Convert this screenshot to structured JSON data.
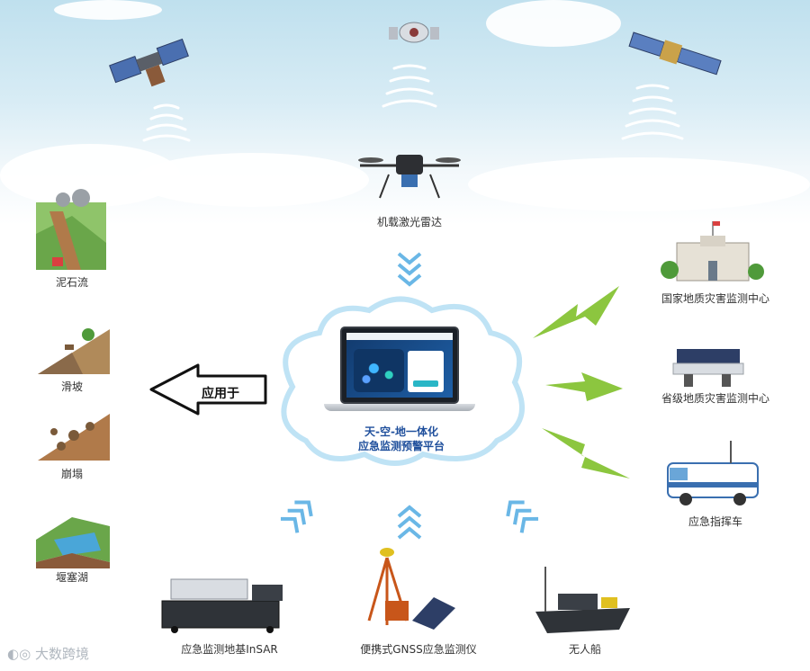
{
  "center": {
    "line1": "天-空-地一体化",
    "line2": "应急监测预警平台"
  },
  "arrow_label": "应用于",
  "top_device": {
    "label": "机载激光雷达",
    "icon": "drone-lidar-icon"
  },
  "satellites": [
    {
      "icon": "satellite-left-icon"
    },
    {
      "icon": "satellite-center-icon"
    },
    {
      "icon": "satellite-right-icon"
    }
  ],
  "hazards": [
    {
      "label": "泥石流",
      "icon": "debris-flow-icon"
    },
    {
      "label": "滑坡",
      "icon": "landslide-icon"
    },
    {
      "label": "崩塌",
      "icon": "rockfall-icon"
    },
    {
      "label": "堰塞湖",
      "icon": "barrier-lake-icon"
    }
  ],
  "receivers": [
    {
      "label": "国家地质灾害监测中心",
      "icon": "national-center-building-icon"
    },
    {
      "label": "省级地质灾害监测中心",
      "icon": "provincial-control-room-icon"
    },
    {
      "label": "应急指挥车",
      "icon": "command-vehicle-icon"
    }
  ],
  "ground_devices": [
    {
      "label": "应急监测地基InSAR",
      "icon": "ground-insar-icon"
    },
    {
      "label": "便携式GNSS应急监测仪",
      "icon": "gnss-tripod-icon"
    },
    {
      "label": "无人船",
      "icon": "unmanned-boat-icon"
    }
  ],
  "watermark": "大数跨境",
  "colors": {
    "accent_blue": "#1f4f9c",
    "lightning_green": "#8cc63f",
    "chevron_blue": "#6ab7e6"
  }
}
